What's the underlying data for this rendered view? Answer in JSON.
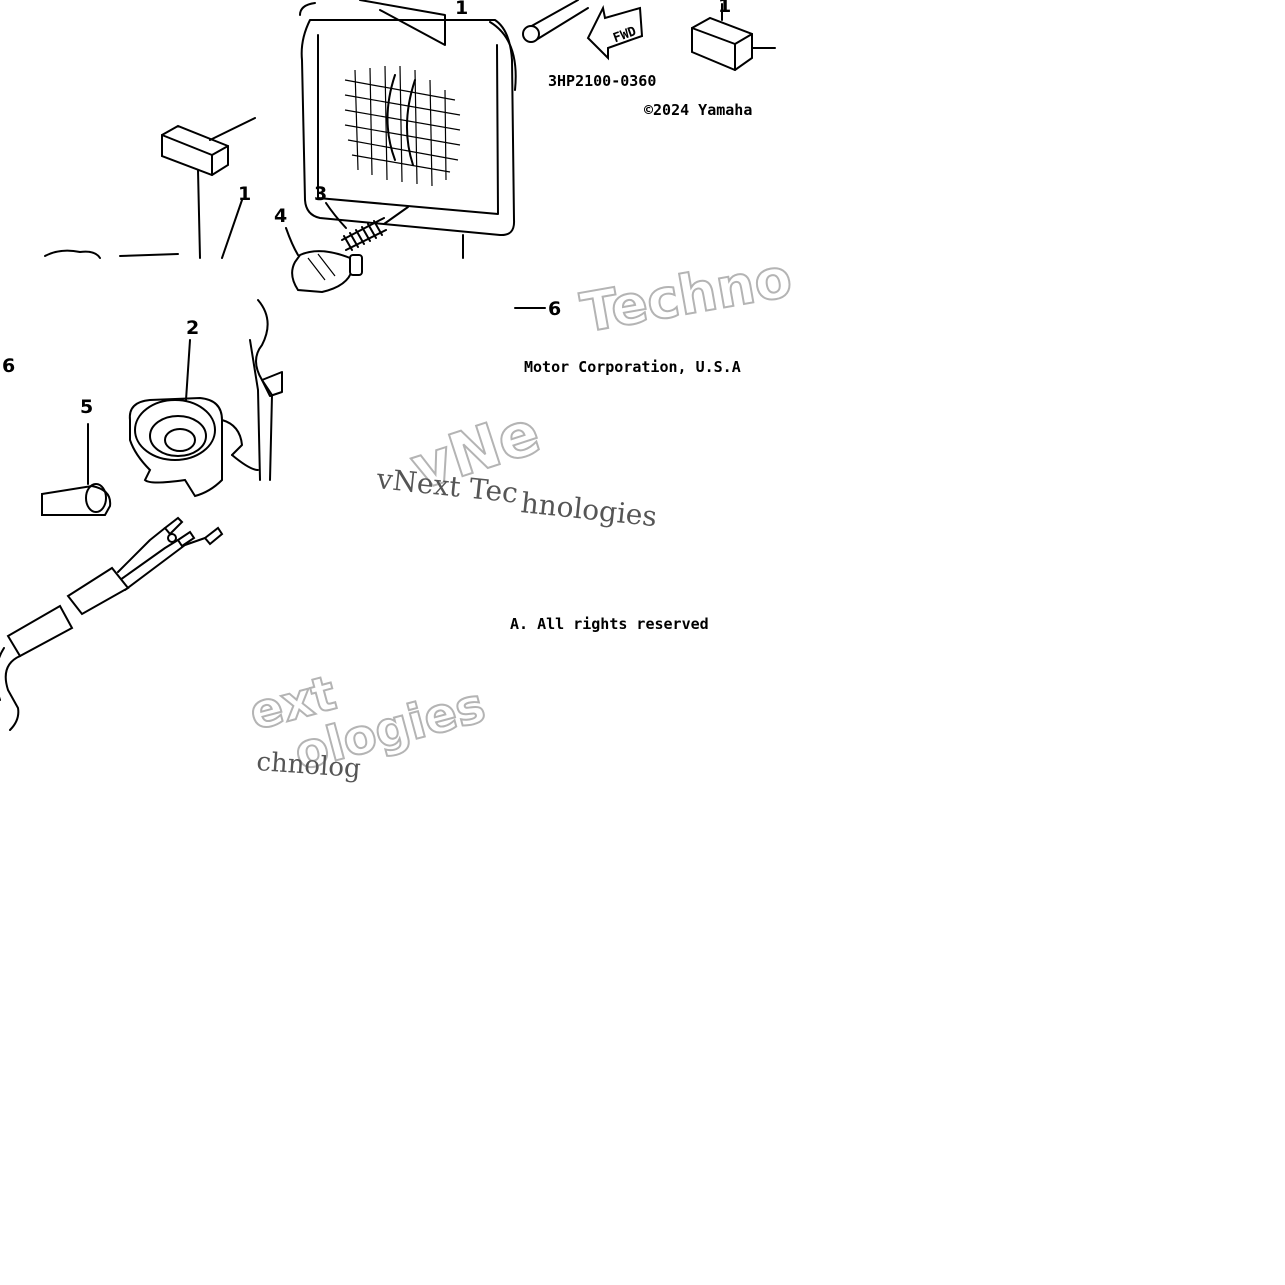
{
  "diagram": {
    "part_code": "3HP2100-0360",
    "copyright_line1": "©2024 Yamaha",
    "copyright_line2": "Motor Corporation, U.S.A",
    "copyright_line3": "A. All rights reserved",
    "fwd_label": "FWD",
    "callouts": {
      "c1a": "1",
      "c1b": "1",
      "c1c": "1",
      "c2": "2",
      "c3": "3",
      "c4": "4",
      "c5": "5",
      "c6a": "6",
      "c6b": "6"
    },
    "watermarks": {
      "w1": "Techno",
      "w2": "vNe",
      "w3": "vNext Tec",
      "w4": "hnologies",
      "w5": "ext",
      "w6": "ologies",
      "w7": "chnolog"
    }
  }
}
